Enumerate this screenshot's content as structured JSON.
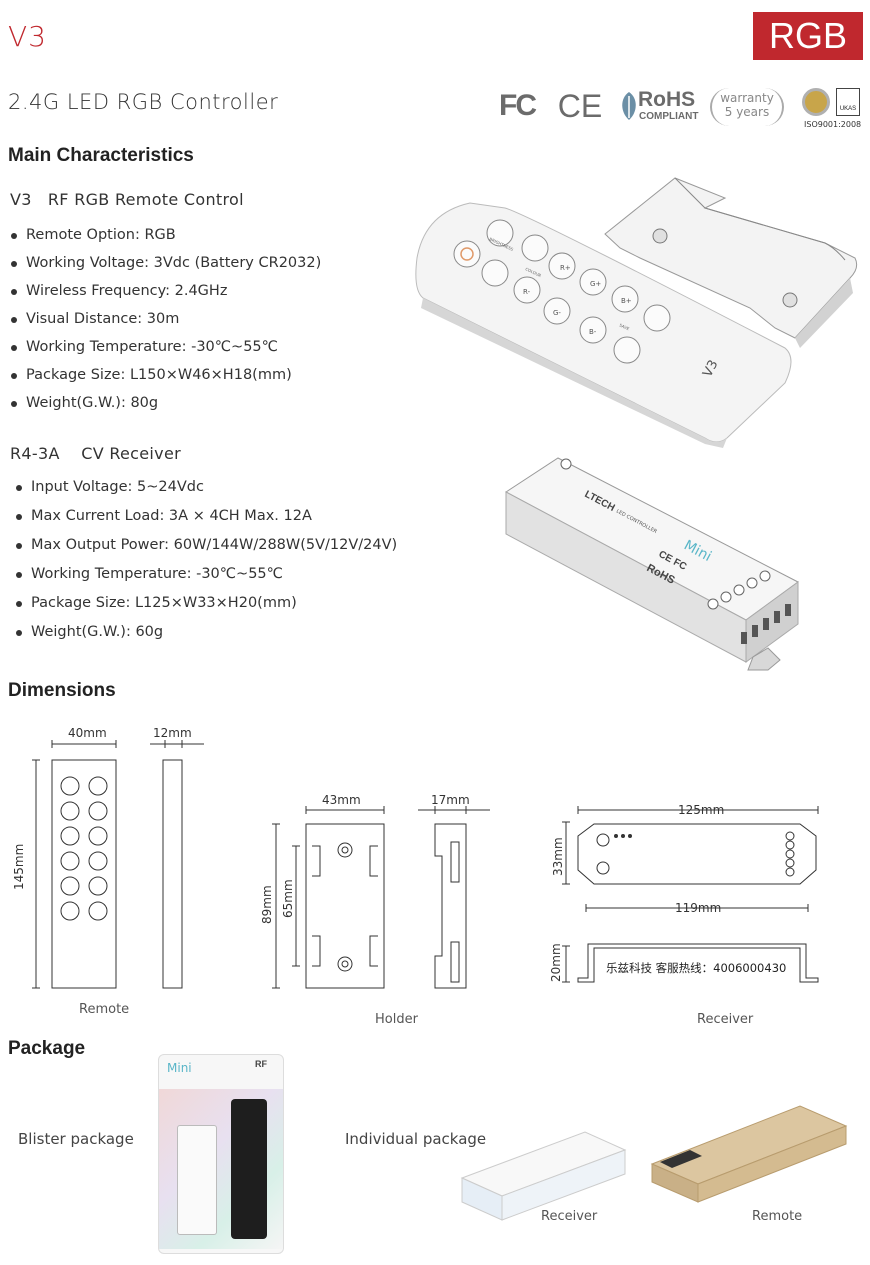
{
  "header": {
    "logo": "V3",
    "badge": "RGB",
    "product_title": "2.4G LED RGB Controller"
  },
  "certifications": {
    "fc": "FC",
    "ce": "CE",
    "rohs": "RoHS",
    "rohs_sub": "COMPLIANT",
    "warranty_line1": "warranty",
    "warranty_line2": "5 years",
    "iso": "ISO9001:2008",
    "ukas": "UKAS"
  },
  "main_characteristics": {
    "title": "Main Characteristics",
    "remote": {
      "title": "V3   RF RGB Remote Control",
      "specs": [
        "Remote Option: RGB",
        "Working Voltage: 3Vdc (Battery CR2032)",
        "Wireless Frequency: 2.4GHz",
        "Visual Distance: 30m",
        "Working Temperature: -30℃~55℃",
        "Package Size: L150×W46×H18(mm)",
        "Weight(G.W.): 80g"
      ]
    },
    "receiver": {
      "title": "R4-3A    CV Receiver",
      "specs": [
        "Input Voltage: 5~24Vdc",
        "Max Current Load: 3A × 4CH  Max. 12A",
        "Max Output Power: 60W/144W/288W(5V/12V/24V)",
        "Working Temperature: -30℃~55℃",
        "Package Size: L125×W33×H20(mm)",
        "Weight(G.W.): 60g"
      ]
    }
  },
  "remote_image": {
    "model": "V3",
    "labels": [
      "BRIGHTNESS",
      "COLOUR",
      "SAVE"
    ],
    "buttons": [
      "R+",
      "R-",
      "G+",
      "G-",
      "B+",
      "B-"
    ]
  },
  "receiver_image": {
    "brand": "LTECH",
    "sub": "LED CONTROLLER",
    "mini": "Mini",
    "ce": "CE FC",
    "rohs": "RoHS"
  },
  "dimensions": {
    "title": "Dimensions",
    "remote": {
      "width": "40mm",
      "height": "145mm",
      "depth": "12mm",
      "caption": "Remote"
    },
    "holder": {
      "width": "43mm",
      "depth": "17mm",
      "height_outer": "89mm",
      "height_inner": "65mm",
      "caption": "Holder"
    },
    "receiver": {
      "length": "125mm",
      "width": "33mm",
      "inner_length": "119mm",
      "height": "20mm",
      "side_text": "乐兹科技 客服热线：4006000430",
      "caption": "Receiver"
    }
  },
  "package": {
    "title": "Package",
    "blister_label": "Blister package",
    "individual_label": "Individual package",
    "receiver_caption": "Receiver",
    "remote_caption": "Remote",
    "blister_brand": "Mini",
    "blister_rf": "RF"
  }
}
